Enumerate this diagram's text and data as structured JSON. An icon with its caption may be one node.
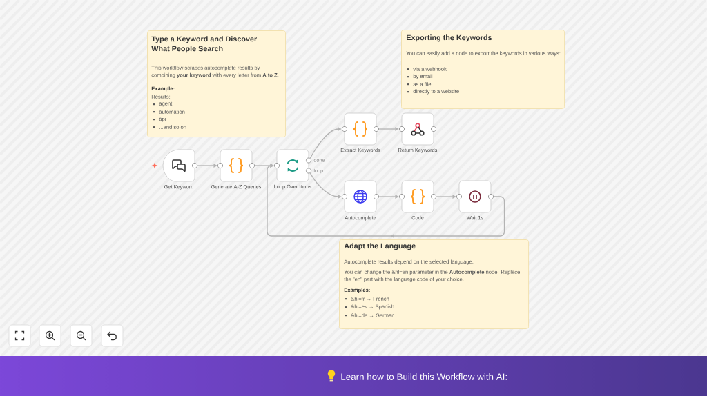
{
  "diagram": {
    "nodes": [
      {
        "text": [
          "Type a Keyword and Discover What People Search",
          "This workflow scrapes autocomplete results by combining **your keyword** with every letter from **A to Z**.",
          "Example:",
          "Results:",
          "agent",
          "automation",
          "api",
          "...and so on"
        ]
      },
      {
        "text": [
          "Exporting the Keywords",
          "You can easily add a node to export the keywords in various ways:",
          "via a webhook",
          "by email",
          "as a file",
          "directly to a website"
        ]
      },
      {
        "text": [
          "Get Keyword"
        ]
      },
      {
        "text": [
          "Generate A-Z Queries"
        ]
      },
      {
        "text": [
          "Loop Over Items"
        ]
      },
      {
        "text": [
          "Extract Keywords"
        ]
      },
      {
        "text": [
          "Return Keywords"
        ]
      },
      {
        "text": [
          "Autocomplete"
        ]
      },
      {
        "text": [
          "Code"
        ]
      },
      {
        "text": [
          "Wait 1s"
        ]
      },
      {
        "text": [
          "Adapt the Language",
          "Autocomplete results depend on the selected language.",
          "You can change the &hl=en parameter in the **Autocomplete** node. Replace the \"en\" part with the language code of your choice.",
          "Examples:",
          "&hl=fr → French",
          "&hl=es → Spanish",
          "&hl=de → German"
        ]
      }
    ],
    "edges": [
      {
        "from": 2,
        "to": 3,
        "arrow": "to"
      },
      {
        "from": 3,
        "to": 4,
        "arrow": "to"
      },
      {
        "from": 4,
        "to": 5,
        "arrow": "to",
        "label": "done"
      },
      {
        "from": 5,
        "to": 6,
        "arrow": "to"
      },
      {
        "from": 4,
        "to": 7,
        "arrow": "to",
        "label": "loop"
      },
      {
        "from": 7,
        "to": 8,
        "arrow": "to"
      },
      {
        "from": 8,
        "to": 9,
        "arrow": "to"
      },
      {
        "from": 9,
        "to": 4,
        "arrow": "to"
      }
    ],
    "labels": [
      "Learn how to Build this Workflow with AI:"
    ]
  }
}
